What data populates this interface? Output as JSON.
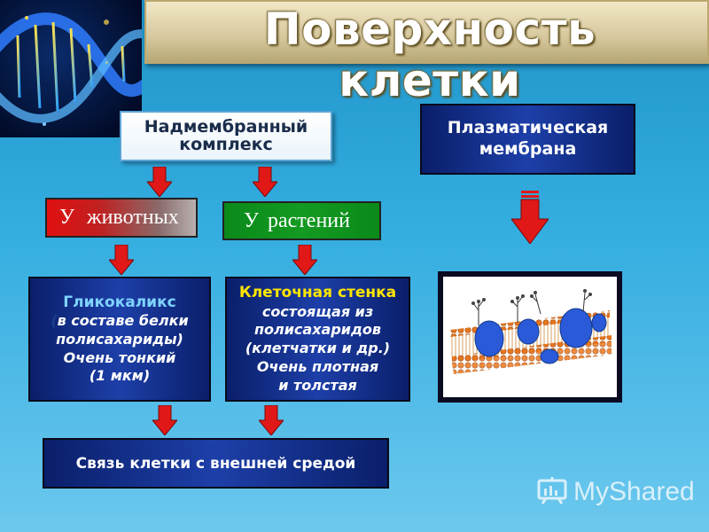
{
  "title": "Поверхность клетки",
  "above_membrane": {
    "line1": "Надмембранный",
    "line2": "комплекс"
  },
  "plasma_membrane": {
    "line1": "Плазматическая",
    "line2": "мембрана"
  },
  "animals": {
    "prefix": "У",
    "word": "животных"
  },
  "plants": {
    "prefix": "У",
    "word": "растений"
  },
  "glycocalyx": {
    "title": "Гликокаликс",
    "line2": "в составе белки",
    "line3": "полисахариды)",
    "line4": "Очень тонкий",
    "line5": "(1 мкм)",
    "open_paren": "("
  },
  "cell_wall": {
    "title": "Клеточная стенка",
    "line2": "состоящая из",
    "line3": "полисахаридов",
    "line4": "(клетчатки и др.)",
    "line5": "Очень плотная",
    "line6": "и толстая"
  },
  "connection": {
    "label": "Связь клетки с внешней средой"
  },
  "watermark": {
    "text": "MyShared"
  },
  "colors": {
    "background": "#2ea6da",
    "navy_box": "#14308a",
    "title_gold": "#f2e8c6",
    "arrow_red": "#e01818",
    "glycocalyx_title": "#7fd3ff",
    "cell_wall_title": "#ffe600"
  },
  "icons": {
    "arrow": "down-arrow-icon",
    "watermark": "presentation-board-icon",
    "membrane": "membrane-illustration"
  }
}
